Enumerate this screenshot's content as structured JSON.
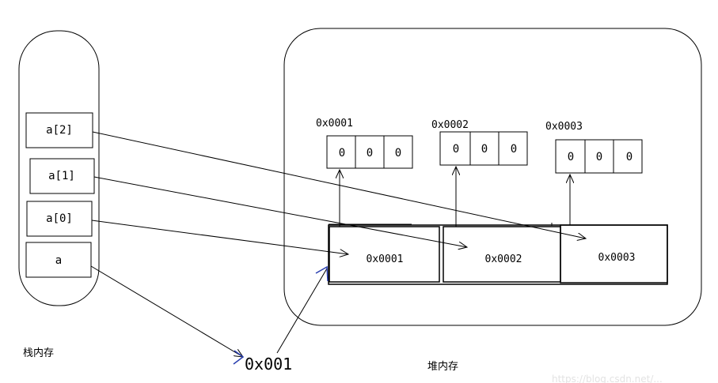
{
  "stack": {
    "label": "栈内存",
    "cells": [
      "a[2]",
      "a[1]",
      "a[0]",
      "a"
    ]
  },
  "heap": {
    "label": "堆内存",
    "arrays": [
      {
        "address": "0x0001",
        "values": [
          "0",
          "0",
          "0"
        ]
      },
      {
        "address": "0x0002",
        "values": [
          "0",
          "0",
          "0"
        ]
      },
      {
        "address": "0x0003",
        "values": [
          "0",
          "0",
          "0"
        ]
      }
    ],
    "reference_array": [
      "0x0001",
      "0x0002",
      "0x0003"
    ]
  },
  "address_label": "0x001",
  "watermark": "https://blog.csdn.net/..."
}
